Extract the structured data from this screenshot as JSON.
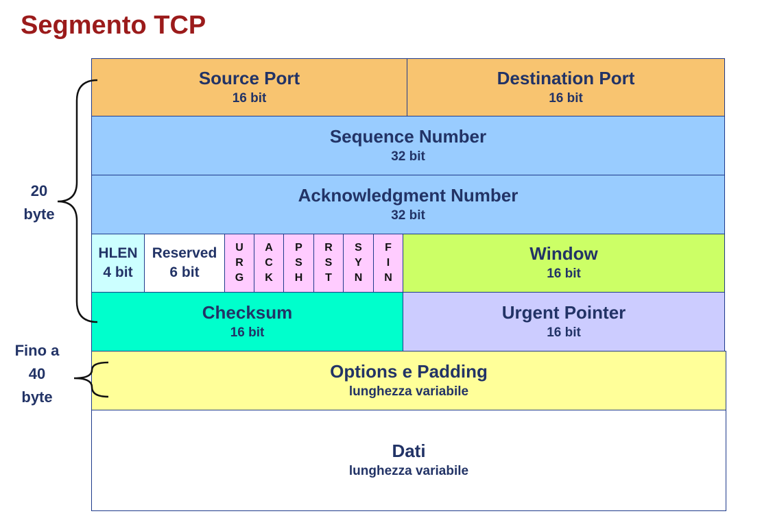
{
  "title": "Segmento TCP",
  "fields": {
    "source_port": {
      "name": "Source Port",
      "size": "16 bit"
    },
    "destination_port": {
      "name": "Destination Port",
      "size": "16 bit"
    },
    "sequence_number": {
      "name": "Sequence Number",
      "size": "32 bit"
    },
    "acknowledgment_number": {
      "name": "Acknowledgment Number",
      "size": "32 bit"
    },
    "hlen": {
      "name": "HLEN",
      "size": "4 bit"
    },
    "reserved": {
      "name": "Reserved",
      "size": "6 bit"
    },
    "flags": [
      {
        "l1": "U",
        "l2": "R",
        "l3": "G"
      },
      {
        "l1": "A",
        "l2": "C",
        "l3": "K"
      },
      {
        "l1": "P",
        "l2": "S",
        "l3": "H"
      },
      {
        "l1": "R",
        "l2": "S",
        "l3": "T"
      },
      {
        "l1": "S",
        "l2": "Y",
        "l3": "N"
      },
      {
        "l1": "F",
        "l2": "I",
        "l3": "N"
      }
    ],
    "window": {
      "name": "Window",
      "size": "16 bit"
    },
    "checksum": {
      "name": "Checksum",
      "size": "16 bit"
    },
    "urgent_pointer": {
      "name": "Urgent Pointer",
      "size": "16 bit"
    },
    "options": {
      "name": "Options e Padding",
      "size": "lunghezza variabile"
    },
    "data": {
      "name": "Dati",
      "size": "lunghezza variabile"
    }
  },
  "annotations": {
    "header_line1": "20",
    "header_line2": "byte",
    "options_line1": "Fino a",
    "options_line2": "40",
    "options_line3": "byte"
  },
  "colors": {
    "title": "#9b1b1b",
    "ports": "#f8c470",
    "seq_ack": "#99ccff",
    "hlen": "#ccffff",
    "reserved": "#ffffff",
    "flags": "#ffccff",
    "window": "#ccff66",
    "checksum": "#00ffcc",
    "urgent": "#ccccff",
    "options": "#ffff99",
    "data": "#ffffff"
  }
}
